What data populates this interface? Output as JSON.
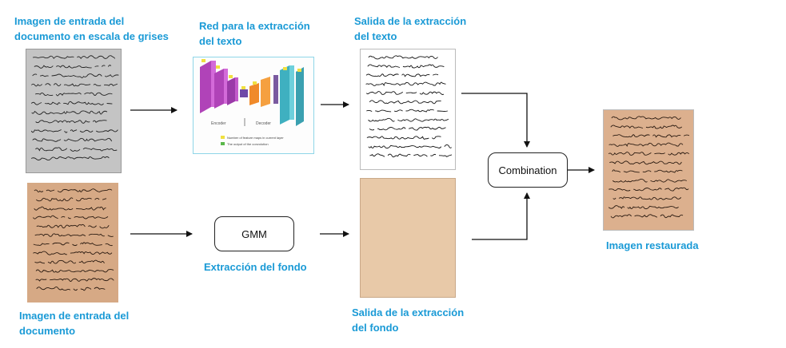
{
  "labels": {
    "gray_input": [
      "Imagen de entrada del",
      "documento en escala de grises"
    ],
    "network": [
      "Red para la extracción",
      "del texto"
    ],
    "text_output": [
      "Salida de la extracción",
      "del texto"
    ],
    "doc_input": [
      "Imagen de entrada del",
      "documento"
    ],
    "background_extraction": "Extracción del fondo",
    "background_output": [
      "Salida de la extracción",
      "del fondo"
    ],
    "restored": "Imagen restaurada"
  },
  "boxes": {
    "gmm": "GMM",
    "combination": "Combination"
  },
  "network_figure": {
    "encoder": "Encoder",
    "decoder": "Decoder",
    "legend": [
      "Number of feature maps in current layer",
      "The output of the convolution"
    ]
  },
  "colors": {
    "label": "#1a9ad6",
    "gray_paper": "#c8c8c8",
    "sepia_paper": "#d9ae8c",
    "clean_paper": "#ffffff",
    "background_paper": "#e8c8a6",
    "ink": "#1a1a1a"
  }
}
